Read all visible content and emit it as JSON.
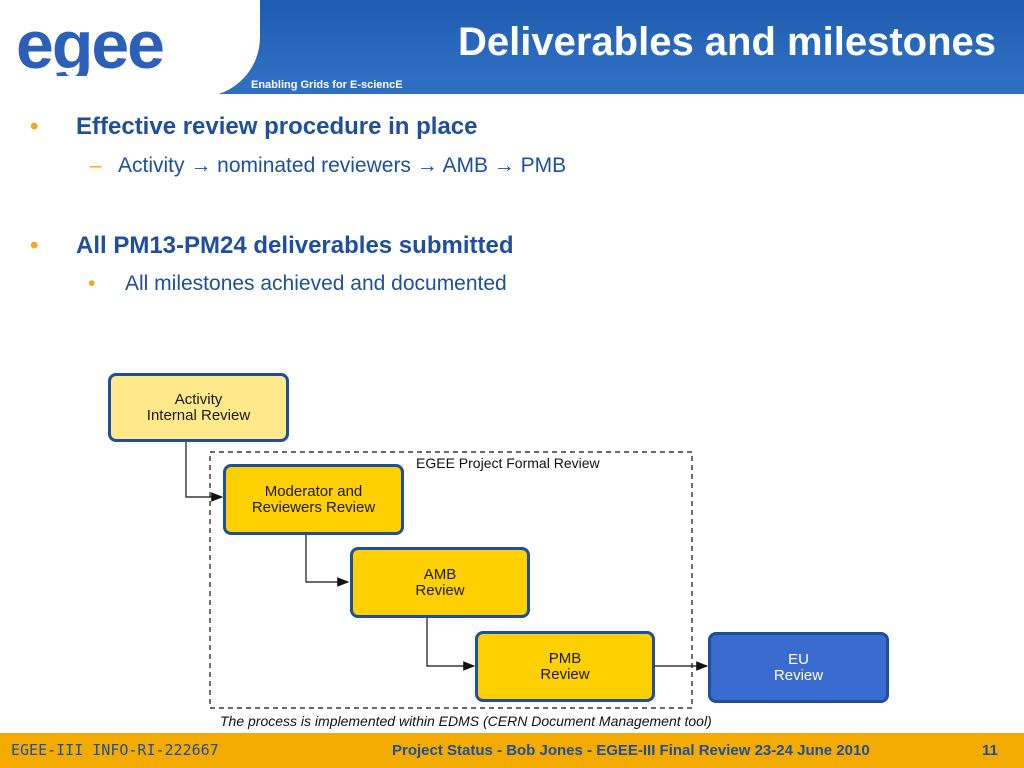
{
  "header": {
    "logo_text": "egee",
    "title": "Deliverables and milestones",
    "tagline": "Enabling Grids for E-sciencE"
  },
  "bullets": [
    {
      "text": "Effective review procedure in place",
      "sub": {
        "marker": "–",
        "text": "Activity → nominated reviewers → AMB → PMB"
      }
    },
    {
      "text": "All PM13-PM24 deliverables submitted",
      "sub": {
        "marker": "•",
        "text": "All milestones achieved and documented"
      }
    }
  ],
  "diagram": {
    "activity": {
      "line1": "Activity",
      "line2": "Internal Review"
    },
    "formal_label": "EGEE Project Formal Review",
    "moderator": {
      "line1": "Moderator and",
      "line2": "Reviewers Review"
    },
    "amb": {
      "line1": "AMB",
      "line2": "Review"
    },
    "pmb": {
      "line1": "PMB",
      "line2": "Review"
    },
    "eu": {
      "line1": "EU",
      "line2": "Review"
    },
    "caption": "The process is implemented within EDMS (CERN Document Management tool)"
  },
  "footer": {
    "left": "EGEE-III INFO-RI-222667",
    "center": "Project Status - Bob Jones - EGEE-III Final Review 23-24 June 2010",
    "page": "11"
  },
  "colors": {
    "header_blue": "#1e5cb0",
    "text_blue": "#1f4e9c",
    "bullet_orange": "#f5a623",
    "box_light_yellow": "#ffe98a",
    "box_gold": "#ffd000",
    "box_blue": "#3a6cd0",
    "footer_orange": "#f3ab00"
  }
}
